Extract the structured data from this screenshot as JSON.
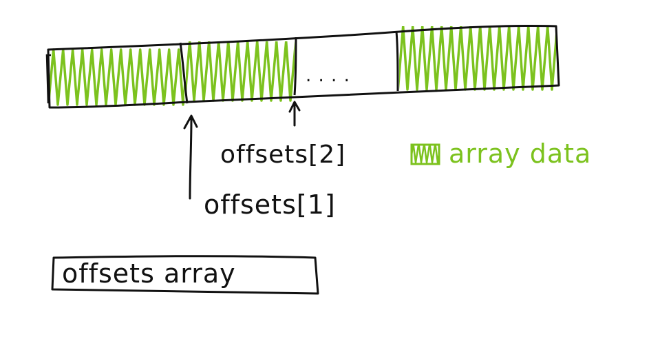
{
  "labels": {
    "offsets_2": "offsets[2]",
    "offsets_1": "offsets[1]",
    "legend": "array data",
    "offsets_array": "offsets array"
  },
  "colors": {
    "ink": "#111111",
    "data_fill": "#7cc21e",
    "background": "#ffffff"
  },
  "data_array": {
    "cells": [
      {
        "state": "filled"
      },
      {
        "state": "filled"
      },
      {
        "state": "ellipsis",
        "text": ". . . ."
      },
      {
        "state": "filled"
      }
    ]
  },
  "icons": {
    "arrow": "arrow-up-icon",
    "legend_swatch": "hatched-swatch-icon"
  }
}
